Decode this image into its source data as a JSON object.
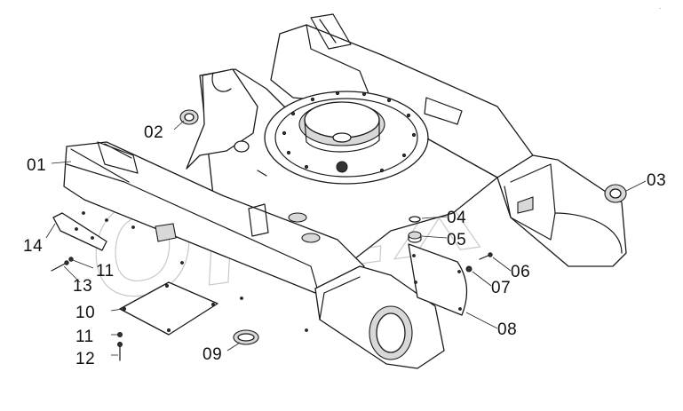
{
  "labels": {
    "p01": "01",
    "p02": "02",
    "p03": "03",
    "p04": "04",
    "p05": "05",
    "p06": "06",
    "p07": "07",
    "p08": "08",
    "p09": "09",
    "p10": "10",
    "p11a": "11",
    "p11b": "11",
    "p12": "12",
    "p13": "13",
    "p14": "14"
  },
  "watermark": "ОРЕХ"
}
